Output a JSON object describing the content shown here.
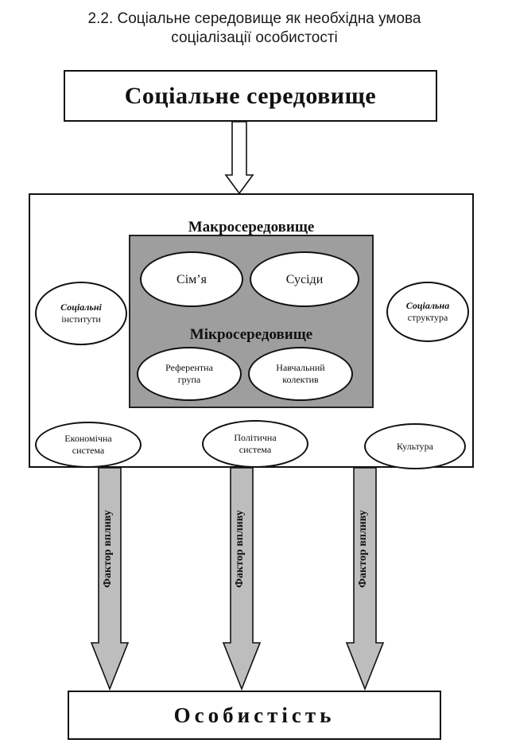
{
  "title": {
    "line1": "2.2. Соціальне середовище як необхідна умова",
    "line2": "соціалізації особистості"
  },
  "top_box": {
    "label": "Соціальне середовище"
  },
  "macro": {
    "title": "Макросередовище",
    "institutions": {
      "line1": "Соціальні",
      "line2": "інститути"
    },
    "structure": {
      "line1": "Соціальна",
      "line2": "структура"
    },
    "economic": {
      "line1": "Економічна",
      "line2": "система"
    },
    "political": {
      "line1": "Політична",
      "line2": "система"
    },
    "culture": "Культура"
  },
  "micro": {
    "title": "Мікросередовище",
    "family": "Сім’я",
    "neighbors": "Сусіди",
    "reference": {
      "line1": "Референтна",
      "line2": "група"
    },
    "education": {
      "line1": "Навчальний",
      "line2": "колектив"
    }
  },
  "factor_label": "Фактор впливу",
  "bottom_box": {
    "label": "Особистість"
  },
  "colors": {
    "micro_fill": "#9e9e9e",
    "arrow_fill": "#bdbdbd",
    "line": "#111111"
  }
}
